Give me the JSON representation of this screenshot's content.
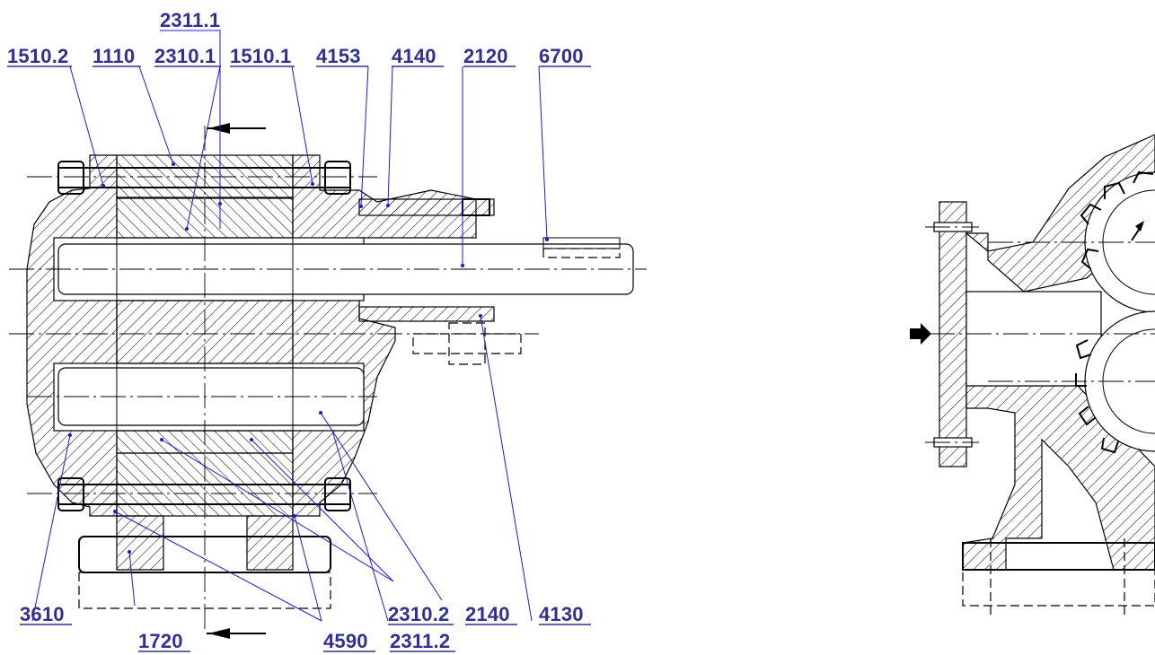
{
  "labels": {
    "l_2311_1": "2311.1",
    "l_1510_2": "1510.2",
    "l_1110": "1110",
    "l_2310_1": "2310.1",
    "l_1510_1": "1510.1",
    "l_4153": "4153",
    "l_4140": "4140",
    "l_2120": "2120",
    "l_6700": "6700",
    "l_3610": "3610",
    "l_2310_2": "2310.2",
    "l_2140": "2140",
    "l_4130": "4130",
    "l_1720": "1720",
    "l_4590": "4590",
    "l_2311_2": "2311.2"
  },
  "colors": {
    "label": "#2e3192",
    "leader": "#1a1ad6",
    "line": "#000000"
  }
}
